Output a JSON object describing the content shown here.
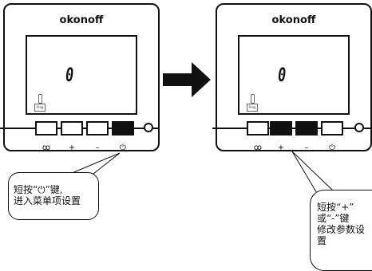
{
  "left_device": {
    "brand": "okonoff",
    "display_value": "0",
    "unit_tag": "Prog",
    "keys": [
      {
        "icon": "fan-icon",
        "label": "ꝏ",
        "active": false
      },
      {
        "icon": "plus-icon",
        "label": "+",
        "active": false
      },
      {
        "icon": "minus-icon",
        "label": "–",
        "active": false
      },
      {
        "icon": "power-icon",
        "label": "⏻",
        "active": true
      }
    ]
  },
  "right_device": {
    "brand": "okonoff",
    "display_value": "0",
    "unit_tag": "Prog",
    "keys": [
      {
        "icon": "fan-icon",
        "label": "ꝏ",
        "active": false
      },
      {
        "icon": "plus-icon",
        "label": "+",
        "active": true
      },
      {
        "icon": "minus-icon",
        "label": "–",
        "active": true
      },
      {
        "icon": "power-icon",
        "label": "⏻",
        "active": false
      }
    ]
  },
  "callouts": {
    "left": {
      "line1": "短按“⏻”键,",
      "line2": "进入菜单项设置"
    },
    "right": {
      "line1": "短按“+”",
      "line2": "或“-”键",
      "line3": "修改参数设",
      "line4": "置"
    }
  },
  "colors": {
    "ink": "#111111",
    "background": "#ffffff"
  }
}
